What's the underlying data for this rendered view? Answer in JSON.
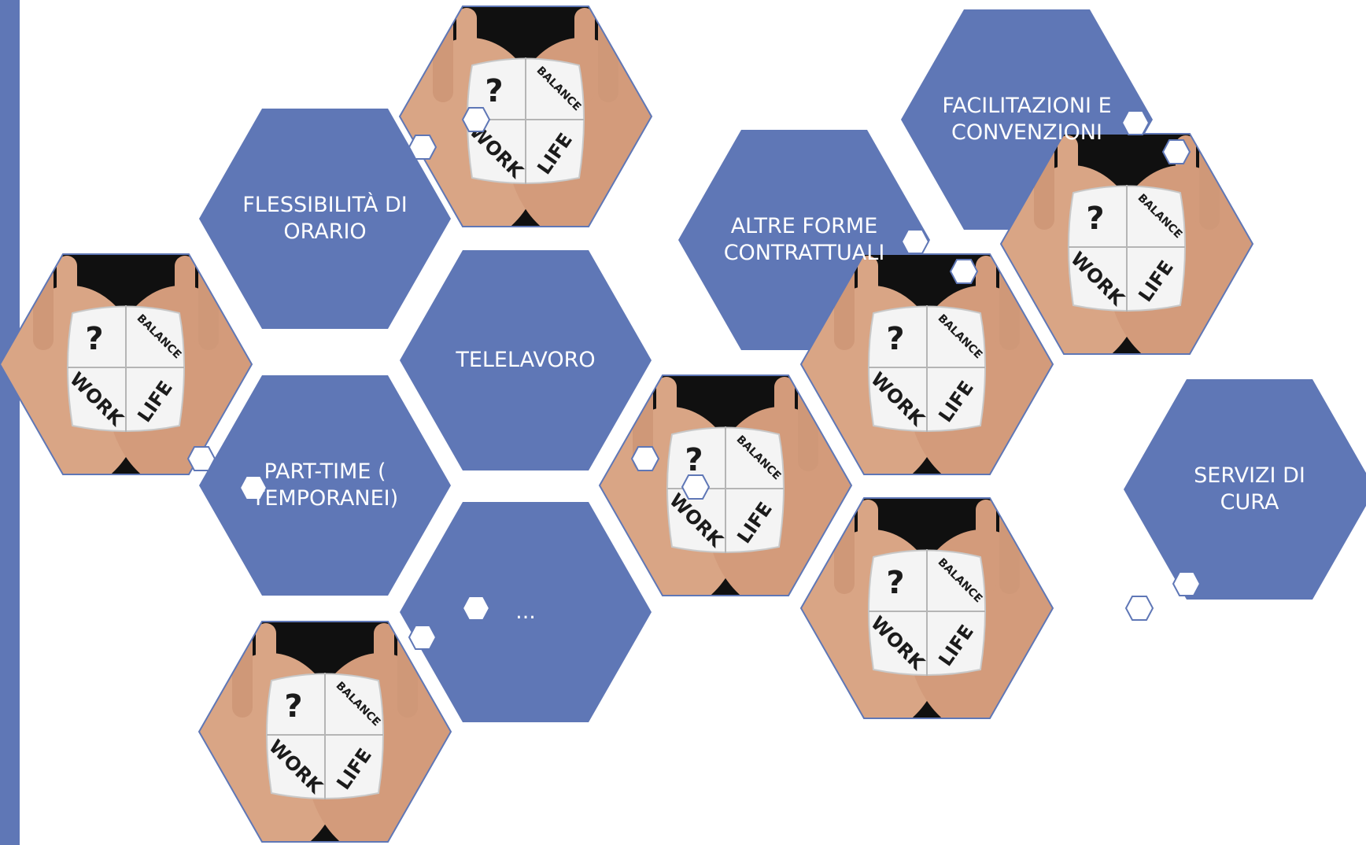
{
  "colors": {
    "hex_fill": "#5f77b6",
    "side_bar": "#5f77b6",
    "photo_background": "#101010",
    "skin": "#d9a585",
    "paper": "#f4f4f4",
    "paper_text": "#1b1b1b"
  },
  "photo_text": {
    "question": "?",
    "balance": "BALANCE",
    "work": "WORK",
    "life": "LIFE"
  },
  "hexagons": [
    {
      "id": "flessibilita",
      "kind": "label",
      "text": "FLESSIBILITÀ DI\nORARIO"
    },
    {
      "id": "telelavoro",
      "kind": "label",
      "text": "TELELAVORO"
    },
    {
      "id": "part-time",
      "kind": "label",
      "text": "PART-TIME (\nTEMPORANEI)"
    },
    {
      "id": "ellipsis",
      "kind": "label",
      "text": "..."
    },
    {
      "id": "altre-forme",
      "kind": "label",
      "text": "ALTRE FORME\nCONTRATTUALI"
    },
    {
      "id": "facilitazioni",
      "kind": "label",
      "text": "FACILITAZIONI E\nCONVENZIONI"
    },
    {
      "id": "servizi",
      "kind": "label",
      "text": "SERVIZI DI\nCURA"
    }
  ]
}
